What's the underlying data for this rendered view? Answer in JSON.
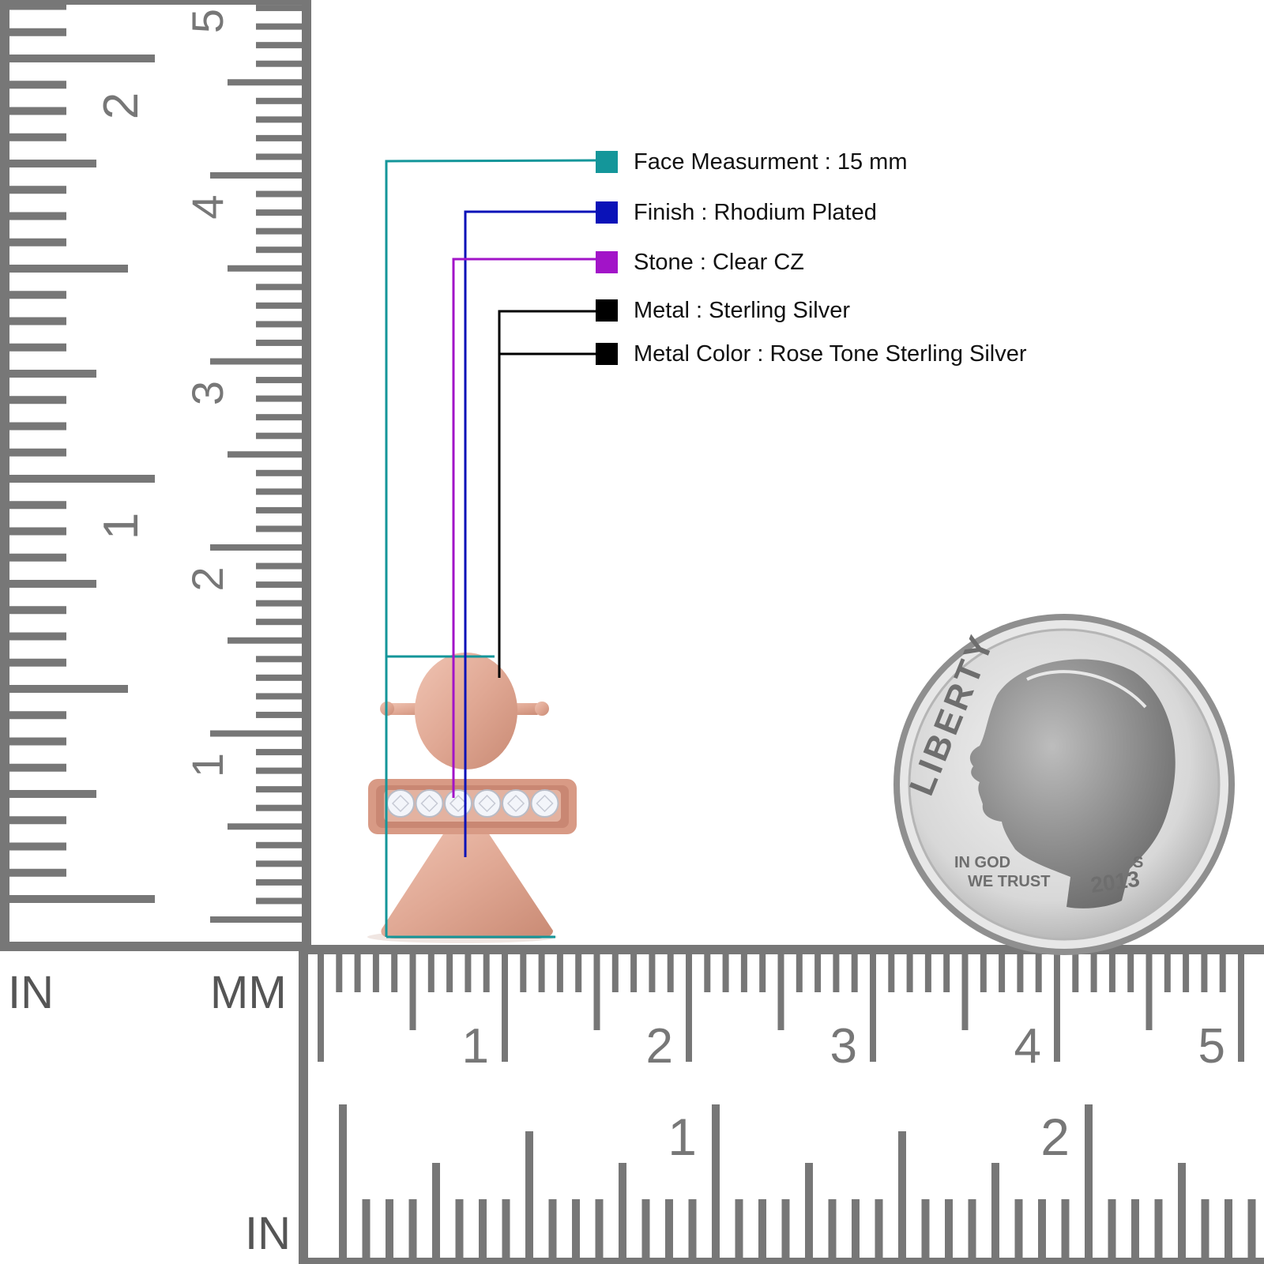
{
  "specs": [
    {
      "label": "Face Measurment : 15 mm",
      "color": "#14969a"
    },
    {
      "label": "Finish : Rhodium Plated",
      "color": "#0a12b8"
    },
    {
      "label": "Stone : Clear CZ",
      "color": "#a214c8"
    },
    {
      "label": "Metal : Sterling Silver",
      "color": "#000000"
    },
    {
      "label": "Metal Color : Rose Tone Sterling Silver",
      "color": "#000000"
    }
  ],
  "ruler": {
    "units": {
      "in_top": "IN",
      "mm": "MM",
      "in_bottom": "IN"
    },
    "vertical_mm_labels": [
      "1",
      "2",
      "3",
      "4",
      "5"
    ],
    "vertical_in_labels": [
      "1",
      "2"
    ],
    "horizontal_mm_labels": [
      "1",
      "2",
      "3",
      "4",
      "5"
    ],
    "horizontal_in_labels": [
      "1",
      "2"
    ],
    "color": "#777777"
  },
  "coin": {
    "legend": "LIBERTY",
    "motto_line1": "IN GOD",
    "motto_line2": "WE TRUST",
    "year": "2013",
    "mint": "S"
  },
  "product": {
    "metal_color": "#dfa795",
    "stone_count": 6
  }
}
